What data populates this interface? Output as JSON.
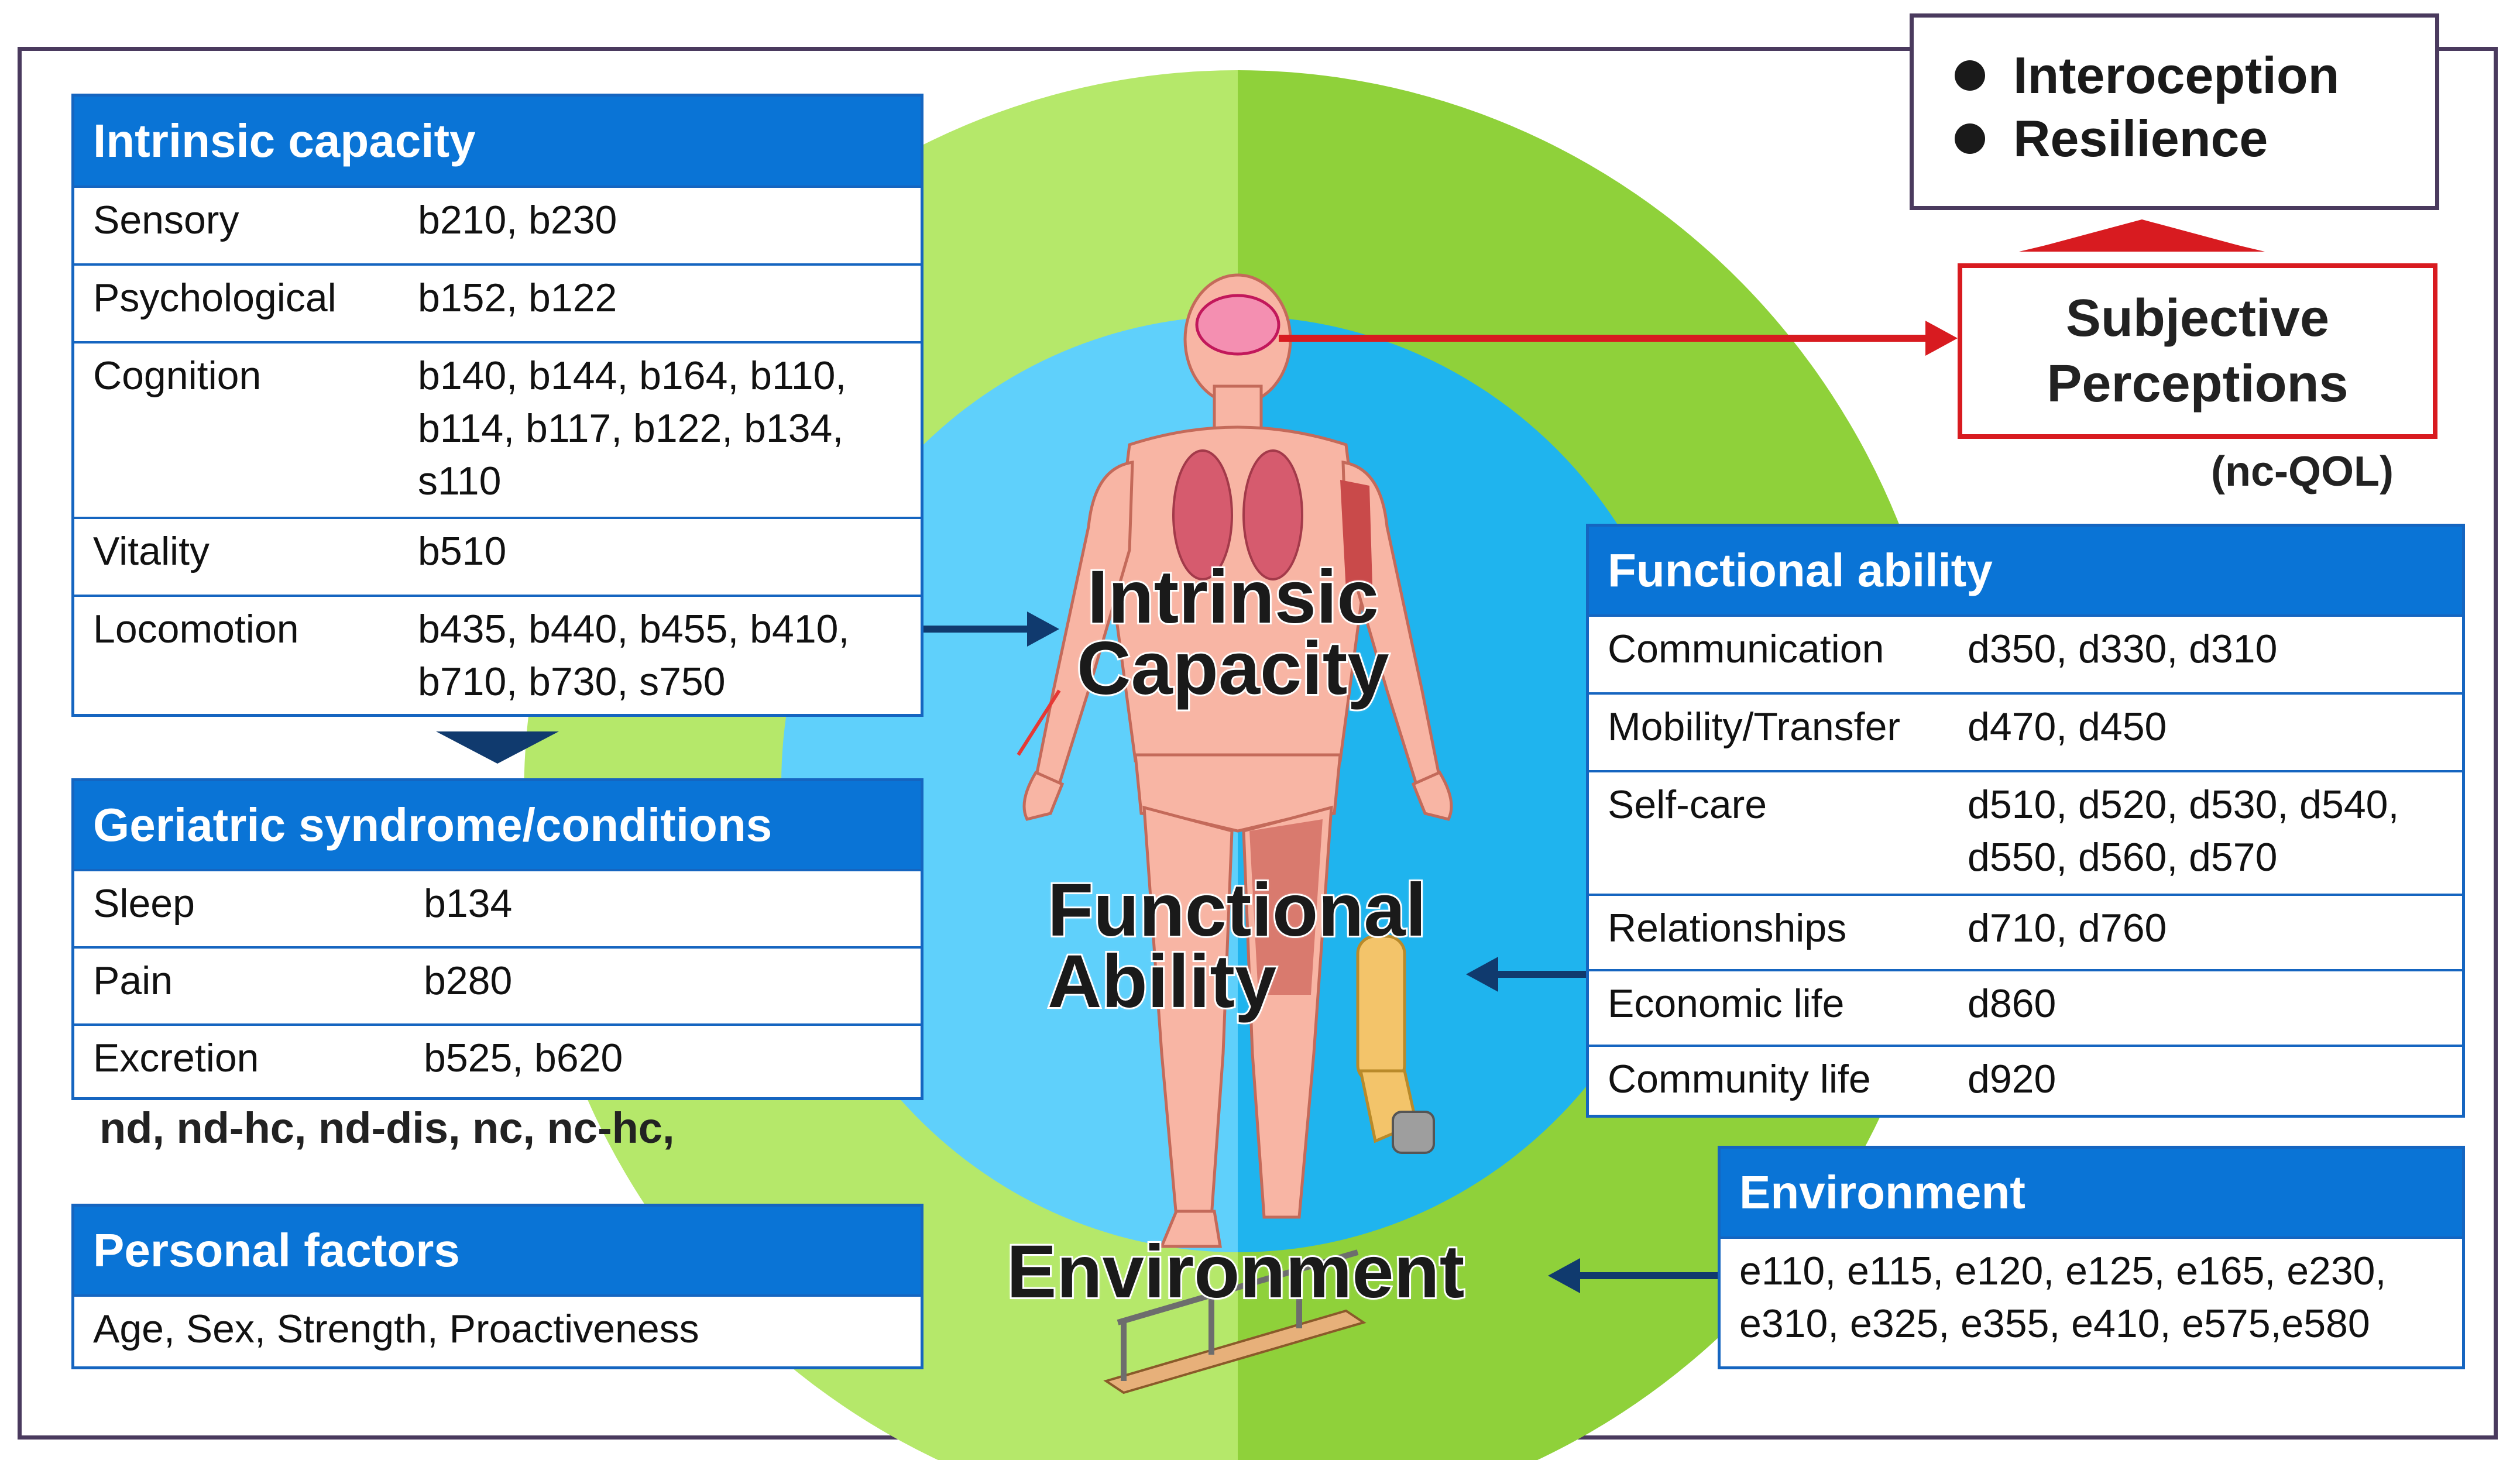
{
  "intrinsic_capacity": {
    "title": "Intrinsic capacity",
    "rows": [
      {
        "label": "Sensory",
        "codes": "b210, b230"
      },
      {
        "label": "Psychological",
        "codes": "b152, b122"
      },
      {
        "label": "Cognition",
        "codes": "b140, b144, b164, b110, b114, b117, b122, b134, s110"
      },
      {
        "label": "Vitality",
        "codes": "b510"
      },
      {
        "label": "Locomotion",
        "codes": "b435, b440, b455, b410, b710, b730, s750"
      }
    ]
  },
  "geriatric": {
    "title": "Geriatric syndrome/conditions",
    "rows": [
      {
        "label": "Sleep",
        "codes": "b134"
      },
      {
        "label": "Pain",
        "codes": "b280"
      },
      {
        "label": "Excretion",
        "codes": "b525, b620"
      }
    ]
  },
  "group_codes": "nd, nd-hc, nd-dis, nc, nc-hc,",
  "personal_factors": {
    "title": "Personal factors",
    "rows": [
      {
        "text": "Age, Sex, Strength, Proactiveness"
      }
    ]
  },
  "functional_ability": {
    "title": "Functional ability",
    "rows": [
      {
        "label": "Communication",
        "codes": "d350, d330, d310"
      },
      {
        "label": "Mobility/Transfer",
        "codes": "d470, d450"
      },
      {
        "label": "Self-care",
        "codes": "d510, d520, d530, d540, d550, d560, d570"
      },
      {
        "label": "Relationships",
        "codes": "d710, d760"
      },
      {
        "label": "Economic life",
        "codes": "d860"
      },
      {
        "label": "Community life",
        "codes": "d920"
      }
    ]
  },
  "environment": {
    "title": "Environment",
    "codes": "e110, e115, e120, e125, e165, e230, e310, e325, e355, e410, e575,e580"
  },
  "center": {
    "intrinsic": "Intrinsic\nCapacity",
    "functional": "Functional\nAbility",
    "environment": "Environment"
  },
  "top_right": {
    "items": [
      "Interoception",
      "Resilience"
    ]
  },
  "subjective": {
    "label": "Subjective\nPerceptions",
    "qol": "(nc-QOL)"
  },
  "colors": {
    "header_blue": "#0a74d6",
    "border_blue": "#1565c0",
    "ring_green": "#8fd13a",
    "ring_light_green": "#b5e86a",
    "inner_blue": "#4fc3f7",
    "arrow_red": "#d81b20",
    "arrow_navy": "#103a6e"
  }
}
